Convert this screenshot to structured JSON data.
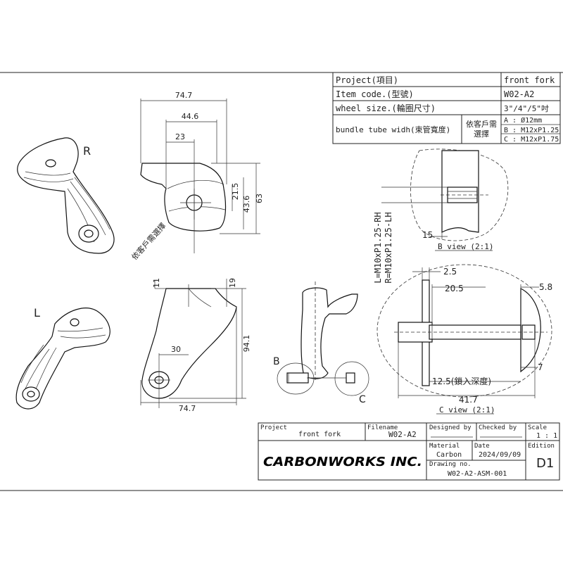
{
  "spec_table": {
    "project_label": "Project(項目)",
    "project_value": "front fork",
    "item_code_label": "Item code.(型號)",
    "item_code_value": "W02-A2",
    "wheel_size_label": "wheel size.(輪圈尺寸)",
    "wheel_size_value": "3\"/4\"/5\"吋",
    "bundle_label": "bundle tube widh(束管寬度)",
    "custom_line1": "依客戶需",
    "custom_line2": "選擇",
    "option_a": "A : Ø12mm",
    "option_b": "B : M12xP1.25",
    "option_c": "C : M12xP1.75"
  },
  "views": {
    "label_r": "R",
    "label_l": "L",
    "label_b": "B",
    "label_c": "C",
    "customer_note": "依客戶需選擇",
    "thread_rh": "L=M10xP1.25-RH",
    "thread_lh": "R=M10xP1.25-LH",
    "b_view": "B view (2:1)",
    "c_view": "C view (2:1)"
  },
  "dimensions": {
    "d74_7_top": "74.7",
    "d44_6": "44.6",
    "d23": "23",
    "d21_5": "21.5",
    "d43_6": "43.6",
    "d63": "63",
    "d11": "11",
    "d19": "19",
    "d30": "30",
    "d94_1": "94.1",
    "d74_7_bottom": "74.7",
    "d15": "15",
    "d2_5": "2.5",
    "d20_5": "20.5",
    "d5_8": "5.8",
    "d12_5": "12.5(鎖入深度)",
    "d7": "7",
    "d41_7": "41.7"
  },
  "title_block": {
    "project_label": "Project",
    "project_value": "front fork",
    "filename_label": "Filename",
    "filename_value": "W02-A2",
    "designed_label": "Designed by",
    "checked_label": "Checked by",
    "scale_label": "Scale",
    "scale_value": "1 : 1",
    "company": "CARBONWORKS INC.",
    "material_label": "Material",
    "material_value": "Carbon",
    "date_label": "Date",
    "date_value": "2024/09/09",
    "edition_label": "Edition",
    "edition_value": "D1",
    "drawing_label": "Drawing no.",
    "drawing_value": "W02-A2-ASM-001"
  }
}
